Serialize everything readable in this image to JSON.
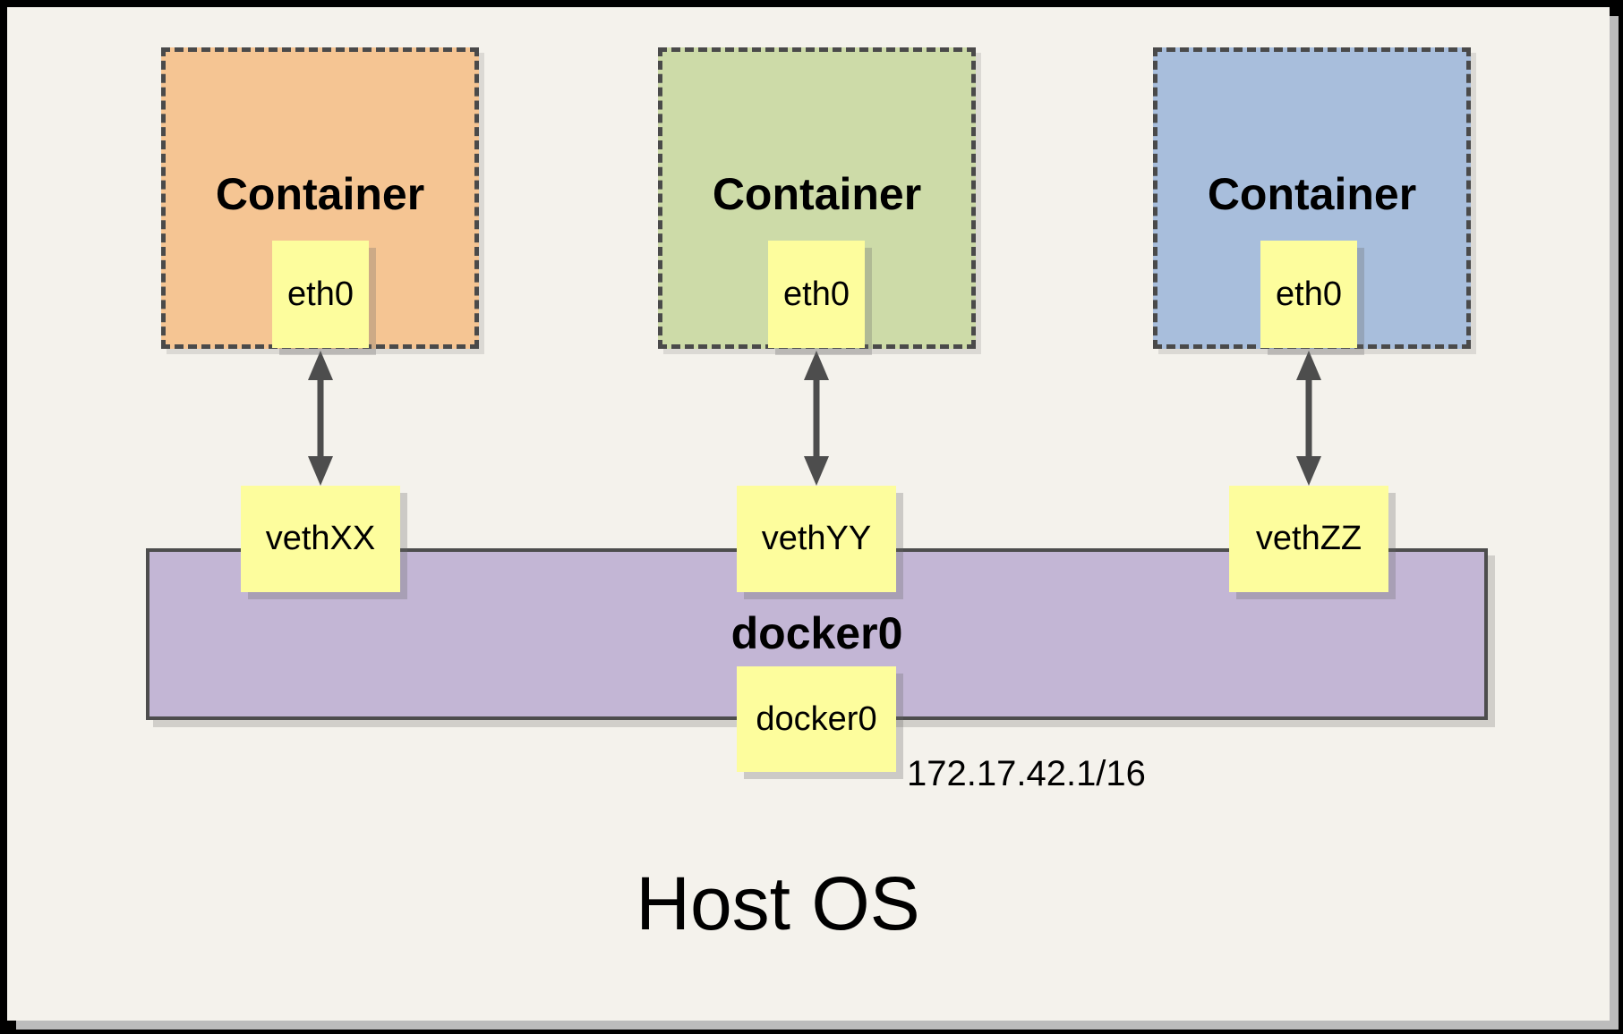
{
  "host": {
    "label": "Host OS"
  },
  "bridge": {
    "name": "docker0",
    "interface": "docker0",
    "ip": "172.17.42.1/16"
  },
  "containers": [
    {
      "title": "Container",
      "interface": "eth0",
      "veth": "vethXX",
      "fill": "#F5C593"
    },
    {
      "title": "Container",
      "interface": "eth0",
      "veth": "vethYY",
      "fill": "#CDDBA8"
    },
    {
      "title": "Container",
      "interface": "eth0",
      "veth": "vethZZ",
      "fill": "#A8BEDC"
    }
  ],
  "colors": {
    "background": "#F4F2EC",
    "frame": "#000000",
    "container_orange": "#F5C593",
    "container_green": "#CDDBA8",
    "container_blue": "#A8BEDC",
    "interface_yellow": "#FDFD9D",
    "bridge_purple": "#C3B6D5",
    "arrow_gray": "#4D4D4D",
    "dashed_border": "#4A4A4A"
  }
}
